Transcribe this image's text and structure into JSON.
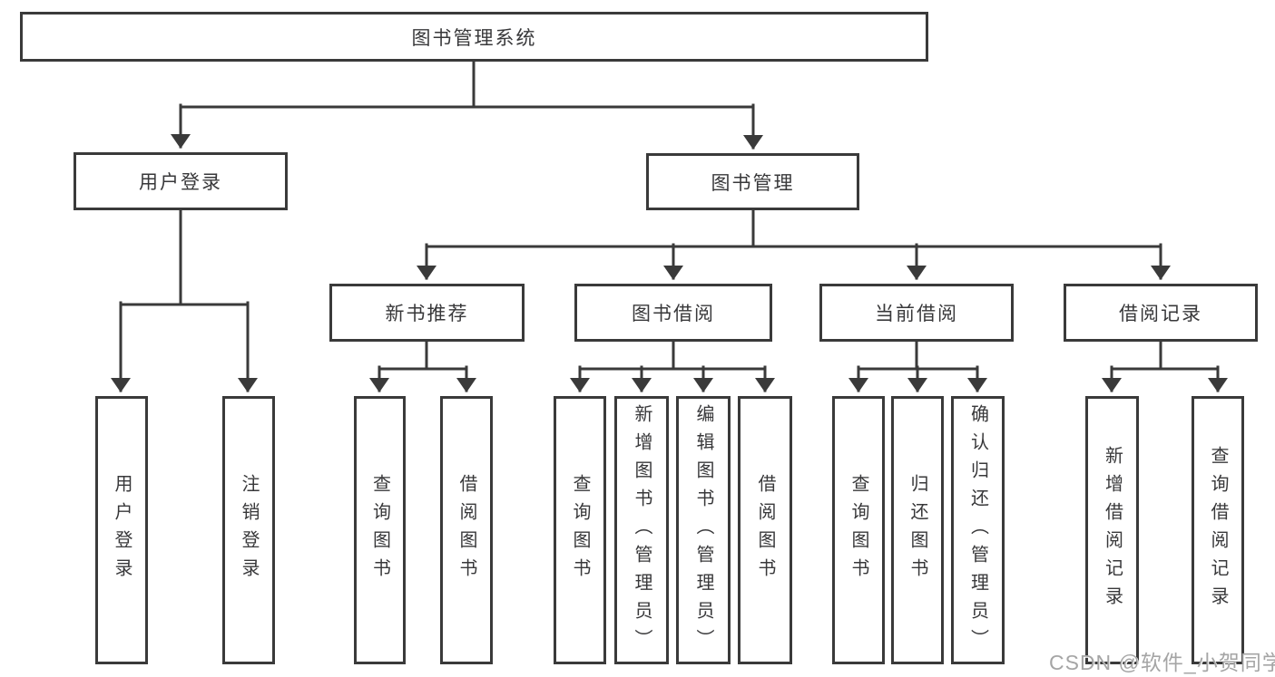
{
  "watermark": "CSDN @软件_小贺同学",
  "colors": {
    "line": "#3a3a3a",
    "text": "#38383a",
    "box_background": "#ffffff",
    "watermark_text": "#a5a5a5"
  },
  "tree": {
    "label": "图书管理系统",
    "children": [
      {
        "label": "用户登录",
        "children": [
          {
            "label": "用户登录"
          },
          {
            "label": "注销登录"
          }
        ]
      },
      {
        "label": "图书管理",
        "children": [
          {
            "label": "新书推荐",
            "children": [
              {
                "label": "查询图书"
              },
              {
                "label": "借阅图书"
              }
            ]
          },
          {
            "label": "图书借阅",
            "children": [
              {
                "label": "查询图书"
              },
              {
                "label": "新增图书（管理员）"
              },
              {
                "label": "编辑图书（管理员）"
              },
              {
                "label": "借阅图书"
              }
            ]
          },
          {
            "label": "当前借阅",
            "children": [
              {
                "label": "查询图书"
              },
              {
                "label": "归还图书"
              },
              {
                "label": "确认归还（管理员）"
              }
            ]
          },
          {
            "label": "借阅记录",
            "children": [
              {
                "label": "新增借阅记录"
              },
              {
                "label": "查询借阅记录"
              }
            ]
          }
        ]
      }
    ]
  }
}
